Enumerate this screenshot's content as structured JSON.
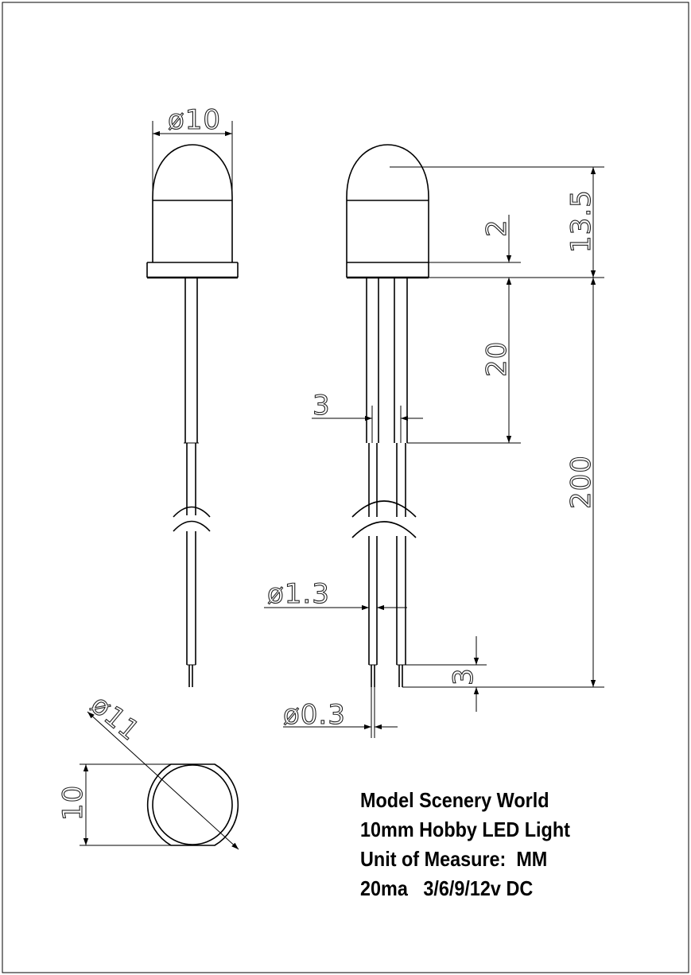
{
  "dimensions": {
    "diameter_top": "ø10",
    "height_head": "13.5",
    "flange_height": "2",
    "lead_top_length": "20",
    "lead_spacing": "3",
    "total_length": "200",
    "lead_diameter": "ø1.3",
    "pin_length": "3",
    "pin_diameter": "ø0.3",
    "base_diameter": "ø11",
    "base_height": "10"
  },
  "caption": {
    "line1": "Model Scenery World",
    "line2": "10mm Hobby LED Light",
    "line3": "Unit of Measure:  MM",
    "line4": "20ma   3/6/9/12v DC"
  }
}
